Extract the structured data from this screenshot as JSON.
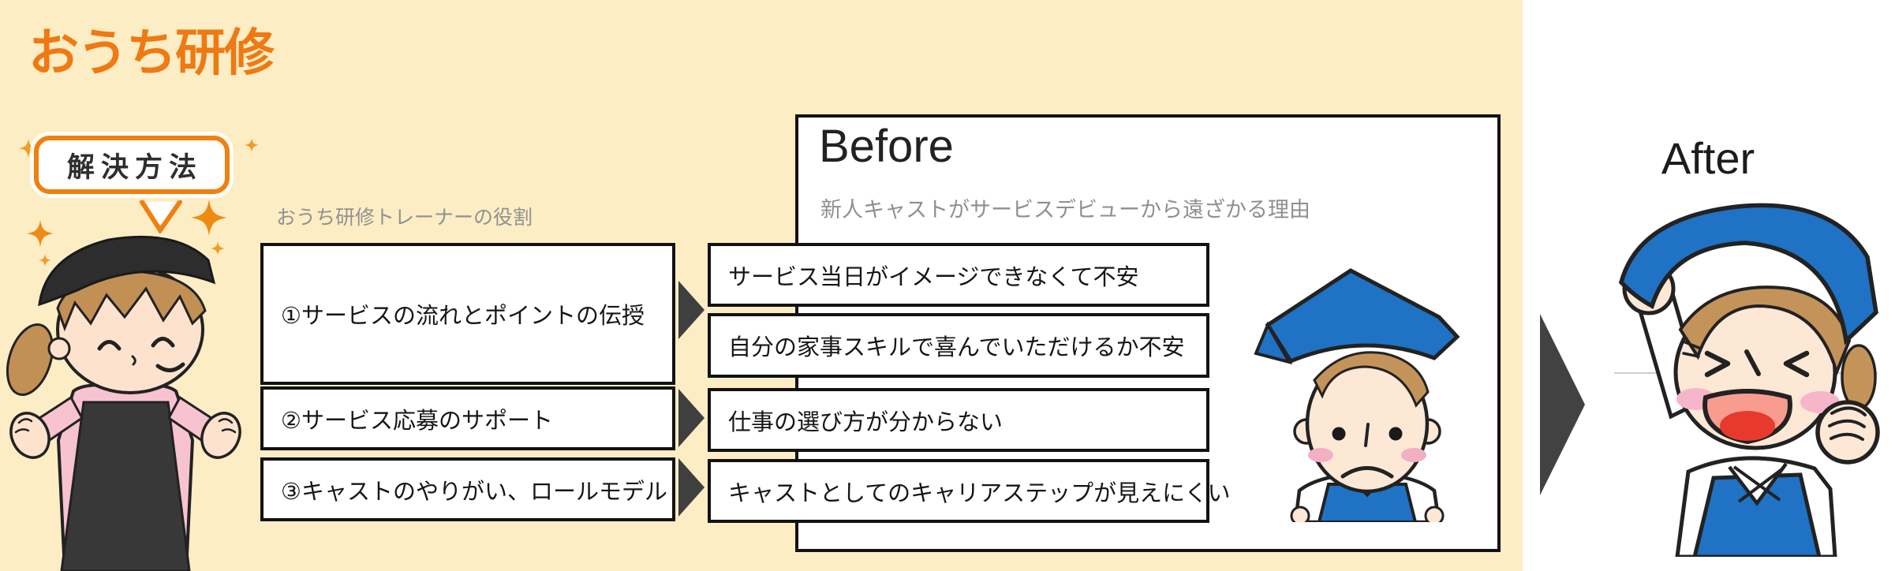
{
  "slide": {
    "title": "おうち研修",
    "background_color": "#fcedc5",
    "accent_color": "#ef7912"
  },
  "solution": {
    "bubble_label": "解決方法",
    "roles_caption": "おうち研修トレーナーの役割",
    "roles": [
      "①サービスの流れとポイントの伝授",
      "②サービス応募のサポート",
      "③キャストのやりがい、ロールモデル"
    ]
  },
  "before": {
    "title": "Before",
    "subtitle": "新人キャストがサービスデビューから遠ざかる理由",
    "reasons": [
      "サービス当日がイメージできなくて不安",
      "自分の家事スキルで喜んでいただけるか不安",
      "仕事の選び方が分からない",
      "キャストとしてのキャリアステップが見えにくい"
    ]
  },
  "after": {
    "title": "After"
  },
  "illustrations": {
    "trainer": "smiling-trainer-with-black-bandana-and-apron",
    "before_character": "worried-cast-with-blue-bandana-and-apron",
    "after_character": "cheering-cast-with-blue-bandana-raised-fist"
  },
  "icons": {
    "sparkle": "four-point-star",
    "flow_arrow": "right-pointing-triangle",
    "transition_arrow": "large-right-pointing-triangle"
  },
  "colors": {
    "box_border": "#121212",
    "arrow_gray": "#3f3f3f",
    "uniform_blue": "#1f72c4",
    "caption_gray": "#8f8f8f"
  }
}
